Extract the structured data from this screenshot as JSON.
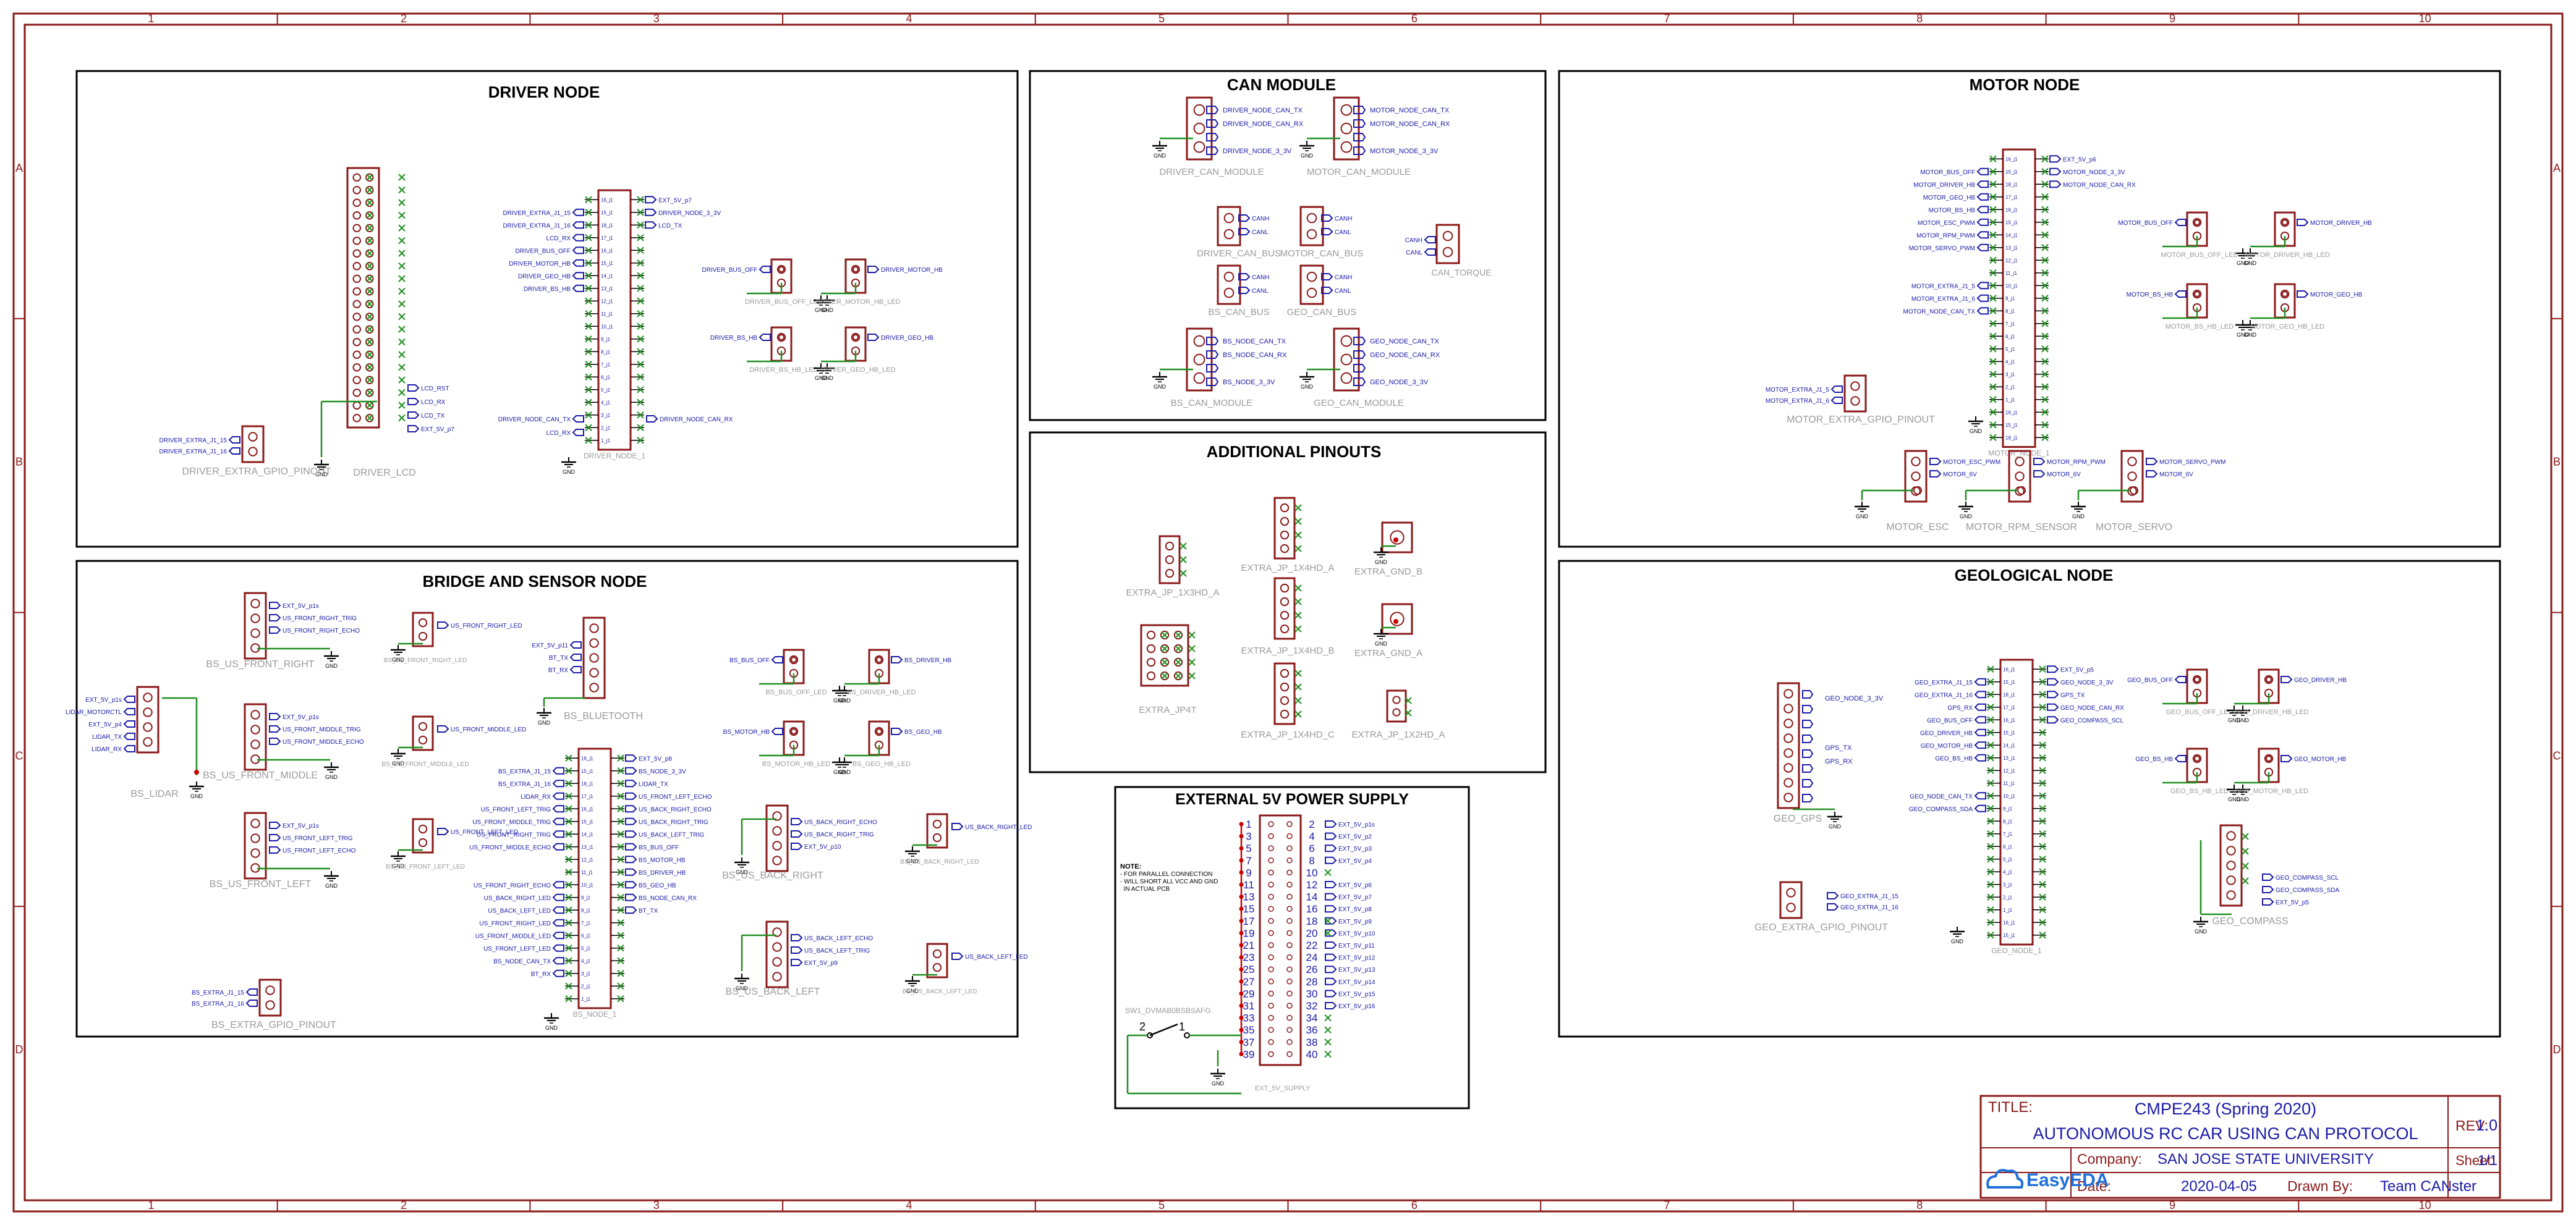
{
  "colors": {
    "frame": "#8b1a1a",
    "box": "#000000",
    "wire": "#1f8f1f",
    "pin_label": "#1a1aa8",
    "part": "#8b1a1a",
    "caption": "#9a9a9a",
    "title_blue": "#1a1aa8"
  },
  "frame": {
    "col_labels": [
      "1",
      "2",
      "3",
      "4",
      "5",
      "6",
      "7",
      "8",
      "9",
      "10"
    ],
    "row_labels": [
      "A",
      "B",
      "C",
      "D"
    ]
  },
  "sections": {
    "driver": "DRIVER NODE",
    "can": "CAN MODULE",
    "motor": "MOTOR NODE",
    "bridge": "BRIDGE AND SENSOR NODE",
    "additional": "ADDITIONAL PINOUTS",
    "geological": "GEOLOGICAL NODE",
    "power": "EXTERNAL 5V POWER SUPPLY"
  },
  "driver": {
    "parts": {
      "gpio": "DRIVER_EXTRA_GPIO_PINOUT",
      "lcd": "DRIVER_LCD",
      "node": "DRIVER_NODE_1",
      "bus_off": "DRIVER_BUS_OFF_LED",
      "motor_hb": "DRIVER_MOTOR_HB_LED",
      "bs_hb": "DRIVER_BS_HB_LED",
      "geo_hb": "DRIVER_GEO_HB_LED"
    },
    "left_nets": [
      "DRIVER_EXTRA_J1_15",
      "DRIVER_EXTRA_J1_16",
      "LCD_RX",
      "DRIVER_BUS_OFF",
      "DRIVER_MOTOR_HB",
      "DRIVER_GEO_HB",
      "DRIVER_BS_HB"
    ],
    "right_nets": [
      "EXT_5V_p7",
      "DRIVER_NODE_3_3V",
      "LCD_TX"
    ],
    "can_nets": [
      "DRIVER_NODE_CAN_TX",
      "LCD_RX",
      "DRIVER_NODE_CAN_RX"
    ],
    "lcd_nets": [
      "LCD_RX",
      "LCD_TX",
      "EXT_5V_p7"
    ],
    "gpio_nets": [
      "DRIVER_EXTRA_J1_15",
      "DRIVER_EXTRA_J1_16"
    ],
    "led_nets": [
      "DRIVER_BUS_OFF",
      "DRIVER_MOTOR_HB",
      "DRIVER_BS_HB",
      "DRIVER_GEO_HB"
    ]
  },
  "can_module": {
    "parts": {
      "driver_mod": "DRIVER_CAN_MODULE",
      "motor_mod": "MOTOR_CAN_MODULE",
      "driver_bus": "DRIVER_CAN_BUS",
      "motor_bus": "MOTOR_CAN_BUS",
      "can_terminal": "CAN_TORQUE",
      "bs_bus": "BS_CAN_BUS",
      "geo_bus": "GEO_CAN_BUS",
      "bs_mod": "BS_CAN_MODULE",
      "geo_mod": "GEO_CAN_MODULE"
    },
    "nets_driver": [
      "DRIVER_NODE_CAN_TX",
      "DRIVER_NODE_CAN_RX",
      "DRIVER_NODE_3_3V"
    ],
    "nets_motor": [
      "MOTOR_NODE_CAN_TX",
      "MOTOR_NODE_CAN_RX",
      "MOTOR_NODE_3_3V"
    ],
    "nets_bs": [
      "BS_NODE_CAN_TX",
      "BS_NODE_CAN_RX",
      "BS_NODE_3_3V"
    ],
    "nets_geo": [
      "GEO_NODE_CAN_TX",
      "GEO_NODE_CAN_RX",
      "GEO_NODE_3_3V"
    ],
    "canh": "CANH",
    "canl": "CANL"
  },
  "motor": {
    "parts": {
      "node": "MOTOR_NODE_1",
      "gpio": "MOTOR_EXTRA_GPIO_PINOUT",
      "esc": "MOTOR_ESC",
      "rpm": "MOTOR_RPM_SENSOR",
      "servo": "MOTOR_SERVO",
      "bus_off": "MOTOR_BUS_OFF_LED",
      "driver_hb": "MOTOR_DRIVER_HB_LED",
      "bs_hb": "MOTOR_BS_HB_LED",
      "geo_hb": "MOTOR_GEO_HB_LED"
    },
    "left_nets": [
      "MOTOR_BUS_OFF",
      "MOTOR_DRIVER_HB",
      "MOTOR_GEO_HB",
      "MOTOR_BS_HB",
      "MOTOR_ESC_PWM",
      "MOTOR_RPM_PWM",
      "MOTOR_SERVO_PWM",
      "MOTOR_EXTRA_J1_5",
      "MOTOR_EXTRA_J1_6",
      "MOTOR_NODE_CAN_TX"
    ],
    "right_nets": [
      "EXT_5V_p6",
      "MOTOR_NODE_3_3V",
      "MOTOR_NODE_CAN_RX"
    ],
    "led_nets": [
      "MOTOR_BUS_OFF",
      "MOTOR_DRIVER_HB",
      "MOTOR_BS_HB",
      "MOTOR_GEO_HB"
    ],
    "gpio_nets": [
      "MOTOR_EXTRA_J1_5",
      "MOTOR_EXTRA_J1_6"
    ],
    "esc_nets": [
      "MOTOR_ESC_PWM",
      "MOTOR_6V"
    ],
    "rpm_nets": [
      "MOTOR_RPM_PWM",
      "MOTOR_6V"
    ],
    "servo_nets": [
      "MOTOR_SERVO_PWM",
      "MOTOR_6V"
    ]
  },
  "bridge": {
    "parts": {
      "us_front_right": "BS_US_FRONT_RIGHT",
      "us_front_middle": "BS_US_FRONT_MIDDLE",
      "us_front_left": "BS_US_FRONT_LEFT",
      "lidar": "BS_LIDAR",
      "bluetooth": "BS_BLUETOOTH",
      "node": "BS_NODE_1",
      "gpio": "BS_EXTRA_GPIO_PINOUT",
      "us_back_right": "BS_US_BACK_RIGHT",
      "us_back_left": "BS_US_BACK_LEFT",
      "bus_off": "BS_BUS_OFF_LED",
      "driver_hb": "BS_DRIVER_HB_LED",
      "motor_hb": "BS_MOTOR_HB_LED",
      "geo_hb": "BS_GEO_HB_LED",
      "fr_led": "BS_US_FRONT_RIGHT_LED",
      "fm_led": "BS_US_FRONT_MIDDLE_LED",
      "fl_led": "BS_US_FRONT_LEFT_LED",
      "br_led": "BS_US_BACK_RIGHT_LED",
      "bl_led": "BS_US_BACK_LEFT_LED"
    },
    "fr_nets": [
      "EXT_5V_p1s",
      "US_FRONT_RIGHT_TRIG",
      "US_FRONT_RIGHT_ECHO"
    ],
    "fm_nets": [
      "EXT_5V_p1s",
      "US_FRONT_MIDDLE_TRIG",
      "US_FRONT_MIDDLE_ECHO"
    ],
    "fl_nets": [
      "EXT_5V_p1s",
      "US_FRONT_LEFT_TRIG",
      "US_FRONT_LEFT_ECHO"
    ],
    "lidar_nets": [
      "EXT_5V_p1s",
      "LIDAR_MOTORCTL",
      "EXT_5V_p4",
      "LIDAR_TX",
      "LIDAR_RX"
    ],
    "bt_nets": [
      "EXT_5V_p11",
      "BT_TX",
      "BT_RX"
    ],
    "fr_led_net": "US_FRONT_RIGHT_LED",
    "fm_led_net": "US_FRONT_MIDDLE_LED",
    "fl_led_net": "US_FRONT_LEFT_LED",
    "left_nets": [
      "BS_EXTRA_J1_15",
      "BS_EXTRA_J1_16",
      "LIDAR_RX",
      "US_FRONT_LEFT_TRIG",
      "US_FRONT_MIDDLE_TRIG",
      "US_FRONT_RIGHT_TRIG",
      "US_FRONT_MIDDLE_ECHO",
      "US_FRONT_RIGHT_ECHO",
      "US_BACK_RIGHT_LED",
      "US_BACK_LEFT_LED",
      "US_FRONT_RIGHT_LED",
      "US_FRONT_MIDDLE_LED",
      "US_FRONT_LEFT_LED",
      "BS_NODE_CAN_TX",
      "BT_RX"
    ],
    "right_nets": [
      "EXT_5V_p8",
      "BS_NODE_3_3V",
      "LIDAR_TX",
      "US_FRONT_LEFT_ECHO",
      "US_BACK_RIGHT_ECHO",
      "US_BACK_RIGHT_TRIG",
      "US_BACK_LEFT_TRIG",
      "BS_BUS_OFF",
      "BS_MOTOR_HB",
      "BS_DRIVER_HB",
      "BS_GEO_HB",
      "BS_NODE_CAN_RX",
      "BT_TX"
    ],
    "led_nets": [
      "BS_BUS_OFF",
      "BS_DRIVER_HB",
      "BS_MOTOR_HB",
      "BS_GEO_HB"
    ],
    "br_nets": [
      "US_BACK_RIGHT_ECHO",
      "US_BACK_RIGHT_TRIG",
      "EXT_5V_p10"
    ],
    "bl_nets": [
      "US_BACK_LEFT_ECHO",
      "US_BACK_LEFT_TRIG",
      "EXT_5V_p9"
    ],
    "br_led_net": "US_BACK_RIGHT_LED",
    "bl_led_net": "US_BACK_LEFT_LED",
    "gpio_nets": [
      "BS_EXTRA_J1_15",
      "BS_EXTRA_J1_16"
    ]
  },
  "additional": {
    "parts": {
      "j1x3": "EXTRA_JP_1X3HD_A",
      "j1x4a": "EXTRA_JP_1X4HD_A",
      "gnd_b": "EXTRA_GND_B",
      "j1x4b": "EXTRA_JP_1X4HD_B",
      "gnd_a": "EXTRA_GND_A",
      "j2x4": "EXTRA_JP4T",
      "j1x4c": "EXTRA_JP_1X4HD_C",
      "j1x2": "EXTRA_JP_1X2HD_A"
    }
  },
  "power": {
    "note": [
      "NOTE:",
      "- FOR PARALLEL CONNECTION",
      "- WILL SHORT ALL VCC AND GND",
      "  IN ACTUAL PCB"
    ],
    "switch_label": "SW1_DVMAB0BSBSAFG",
    "supply_label": "EXT_5V_SUPPLY",
    "pins_left": [
      "1",
      "3",
      "5",
      "7",
      "9",
      "11",
      "13",
      "15",
      "17",
      "19",
      "21",
      "23",
      "25",
      "27",
      "29",
      "31",
      "33",
      "35",
      "37",
      "39"
    ],
    "pins_right": [
      "2",
      "4",
      "6",
      "8",
      "10",
      "12",
      "14",
      "16",
      "18",
      "20",
      "22",
      "24",
      "26",
      "28",
      "30",
      "32",
      "34",
      "36",
      "38",
      "40"
    ],
    "nets": [
      "EXT_5V_p1s",
      "EXT_5V_p2",
      "EXT_5V_p3",
      "EXT_5V_p4",
      "EXT_5V_p6",
      "EXT_5V_p7",
      "EXT_5V_p8",
      "EXT_5V_p9",
      "EXT_5V_p10",
      "EXT_5V_p11",
      "EXT_5V_p12",
      "EXT_5V_p13",
      "EXT_5V_p14",
      "EXT_5V_p15",
      "EXT_5V_p16"
    ]
  },
  "geological": {
    "parts": {
      "gps": "GEO_GPS",
      "node": "GEO_NODE_1",
      "gpio": "GEO_EXTRA_GPIO_PINOUT",
      "compass": "GEO_COMPASS",
      "bus_off": "GEO_BUS_OFF_LED",
      "driver_hb": "GEO_DRIVER_HB_LED",
      "bs_hb": "GEO_BS_HB_LED",
      "motor_hb": "GEO_MOTOR_HB_LED"
    },
    "gps_nets": [
      "GEO_NODE_3_3V",
      "GPS_TX",
      "GPS_RX"
    ],
    "left_nets": [
      "GEO_EXTRA_J1_15",
      "GEO_EXTRA_J1_16",
      "GPS_RX",
      "GEO_BUS_OFF",
      "GEO_DRIVER_HB",
      "GEO_MOTOR_HB",
      "GEO_BS_HB",
      "GEO_NODE_CAN_TX",
      "GEO_COMPASS_SDA"
    ],
    "right_nets": [
      "EXT_5V_p5",
      "GEO_NODE_3_3V",
      "GPS_TX",
      "GEO_NODE_CAN_RX",
      "GEO_COMPASS_SCL"
    ],
    "led_nets": [
      "GEO_BUS_OFF",
      "GEO_DRIVER_HB",
      "GEO_BS_HB",
      "GEO_MOTOR_HB"
    ],
    "gpio_nets": [
      "GEO_EXTRA_J1_15",
      "GEO_EXTRA_J1_16"
    ],
    "compass_nets": [
      "GEO_COMPASS_SCL",
      "GEO_COMPASS_SDA",
      "EXT_5V_p5"
    ]
  },
  "pin_names": [
    "16_j1",
    "15_j1",
    "18_j1",
    "17_j1",
    "16_j1",
    "15_j1",
    "14_j1",
    "13_j1",
    "12_j1",
    "11_j1",
    "10_j1",
    "9_j1",
    "8_j1",
    "7_j1",
    "6_j1",
    "5_j1",
    "4_j1",
    "3_j1",
    "2_j1",
    "1_j1"
  ],
  "title_block": {
    "title_label": "TITLE:",
    "title_line1": "CMPE243 (Spring 2020)",
    "title_line2": "AUTONOMOUS RC CAR USING CAN PROTOCOL",
    "rev_label": "REV:",
    "rev": "1.0",
    "company_label": "Company:",
    "company": "SAN JOSE STATE UNIVERSITY",
    "sheet_label": "Sheet:",
    "sheet": "1/1",
    "date_label": "Date:",
    "date": "2020-04-05",
    "drawn_label": "Drawn By:",
    "drawn": "Team CANster",
    "logo": "EasyEDA"
  }
}
